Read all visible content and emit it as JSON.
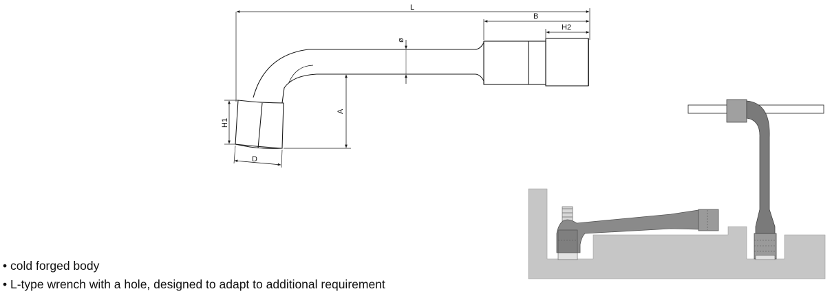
{
  "dimensions": {
    "L": "L",
    "B": "B",
    "H2": "H2",
    "diameter": "ø",
    "A": "A",
    "H1": "H1",
    "D": "D"
  },
  "features": [
    "• cold forged body",
    "• L-type wrench with a hole, designed to adapt to additional requirement"
  ],
  "colors": {
    "line": "#1a1a1a",
    "ground": "#c6c6c6",
    "tool": "#7a7a7a",
    "socket": "#a8a8a8"
  }
}
